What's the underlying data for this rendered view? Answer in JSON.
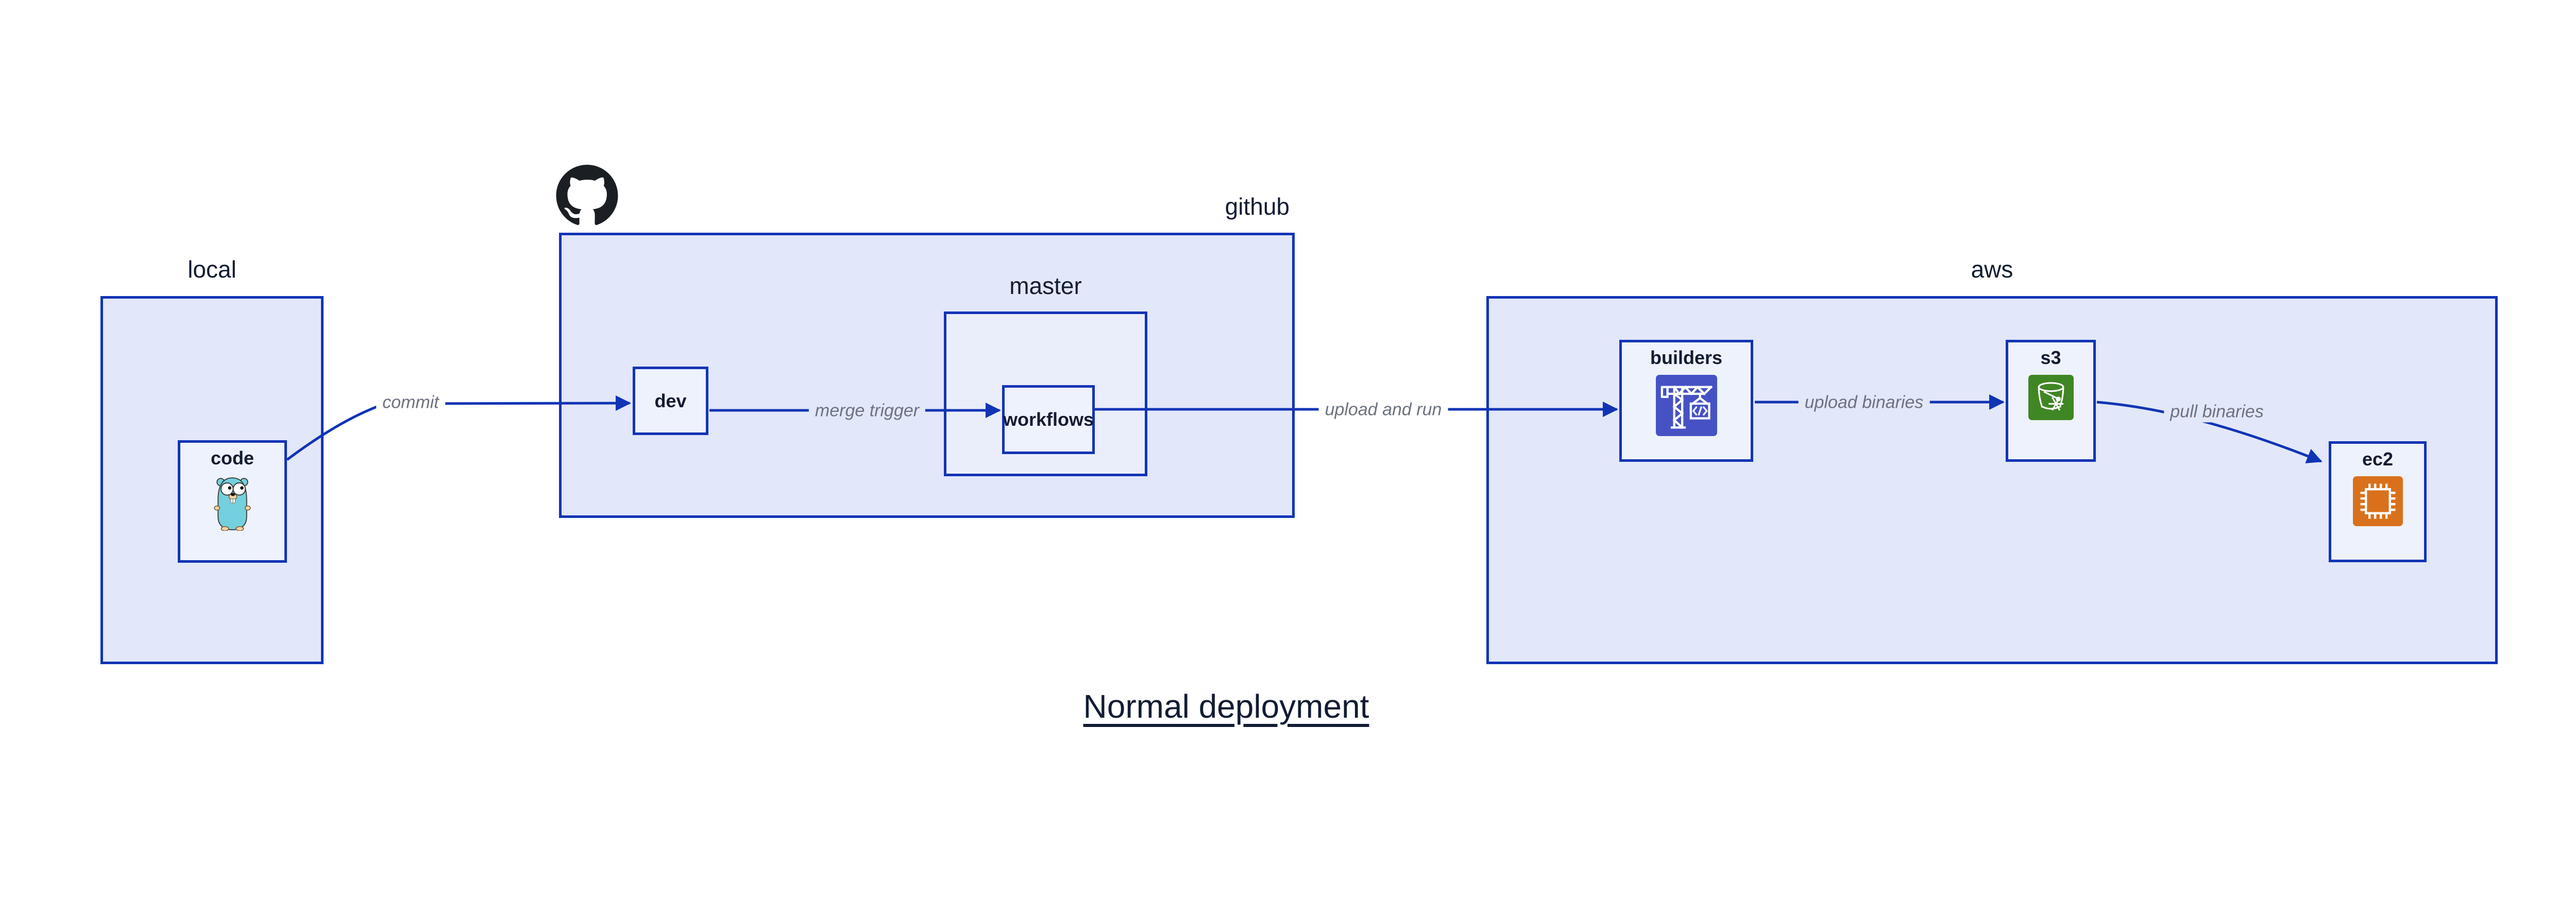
{
  "diagram_title": "Normal deployment",
  "containers": {
    "local": {
      "label": "local"
    },
    "github": {
      "label": "github"
    },
    "master": {
      "label": "master"
    },
    "aws": {
      "label": "aws"
    }
  },
  "nodes": {
    "code": {
      "label": "code",
      "icon": "go-gopher-icon"
    },
    "dev": {
      "label": "dev"
    },
    "workflows": {
      "label": "workflows"
    },
    "builders": {
      "label": "builders",
      "icon": "codebuild-crane-icon"
    },
    "s3": {
      "label": "s3",
      "icon": "s3-bucket-snowflake-icon"
    },
    "ec2": {
      "label": "ec2",
      "icon": "ec2-chip-icon"
    }
  },
  "edges": {
    "commit": {
      "label": "commit"
    },
    "merge_trigger": {
      "label": "merge trigger"
    },
    "upload_and_run": {
      "label": "upload and run"
    },
    "upload_binaries": {
      "label": "upload binaries"
    },
    "pull_binaries": {
      "label": "pull binaries"
    }
  },
  "icons": {
    "github_logo": "github-octocat-icon",
    "code_glyph_in_crane_container": "</>"
  },
  "colors": {
    "border_blue": "#1134b5",
    "container_fill": "#e2e7f9",
    "master_fill": "#eaeefb",
    "leaf_fill": "#eef2fc",
    "ink": "#121c33",
    "edge_label": "#6d7280",
    "octocat_black": "#1b1f23",
    "codebuild_indigo": "#4652c4",
    "s3_green": "#3f8624",
    "ec2_orange": "#d9711c",
    "gopher_teal": "#74d0dd"
  }
}
